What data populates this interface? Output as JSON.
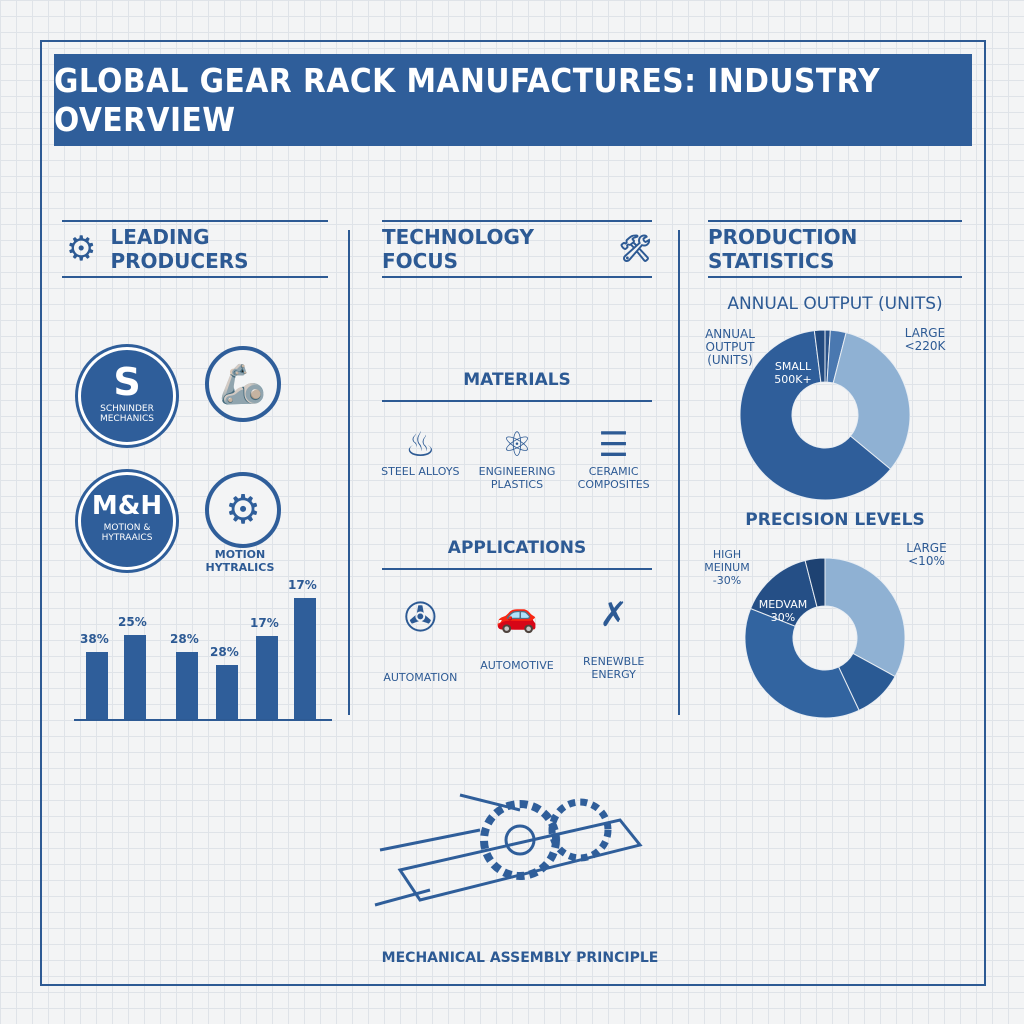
{
  "title": "GLOBAL GEAR RACK MANUFACTURES: INDUSTRY OVERVIEW",
  "producers": {
    "heading": "LEADING PRODUCERS",
    "icon": "gear-icon",
    "companies": [
      {
        "logo": "S",
        "name": "SCHNINDER MECHANICS",
        "bubble_icon": "robot-arm-icon"
      },
      {
        "logo": "M&H",
        "name": "MOTION & HYTRAAICS",
        "bubble_icon": "winged-gear-icon",
        "bubble_label": "MOTION HYTRALICS"
      }
    ]
  },
  "tech": {
    "heading": "TECHNOLOGY FOCUS",
    "icon": "tools-icon",
    "materials_title": "MATERIALS",
    "materials": [
      {
        "label": "STEEL ALLOYS",
        "icon": "crucible-icon"
      },
      {
        "label": "ENGINEERING PLASTICS",
        "icon": "molecule-icon"
      },
      {
        "label": "CERAMIC COMPOSITES",
        "icon": "layers-icon"
      }
    ],
    "applications_title": "APPLICATIONS",
    "applications": [
      {
        "label": "AUTOMATION",
        "icon": "wind-turbine-icon"
      },
      {
        "label": "AUTOMOTIVE",
        "icon": "car-icon"
      },
      {
        "label": "RENEWBLE ENERGY",
        "icon": "robot-arm-icon"
      }
    ]
  },
  "stats": {
    "heading": "PRODUCTION STATISTICS"
  },
  "footer": {
    "caption": "MECHANICAL ASSEMBLY PRINCIPLE"
  },
  "colors": {
    "primary": "#2f5e9a",
    "light": "#8fb1d3",
    "dark": "#234b80"
  },
  "chart_data": [
    {
      "type": "bar",
      "labels": [
        "38%",
        "25%",
        "28%",
        "28%",
        "17%",
        "17%"
      ],
      "values": [
        38,
        25,
        28,
        28,
        17,
        17
      ],
      "grid": false
    },
    {
      "type": "pie",
      "title": "ANNUAL OUTPUT (UNITS)",
      "side_label": "ANNUAL OUTPUT (UNITS)",
      "annotations": [
        "SMALL 500K+",
        "LARGE <220K"
      ],
      "slices": [
        {
          "value": 1,
          "color": "#2a5288"
        },
        {
          "value": 3,
          "color": "#4a78b0"
        },
        {
          "value": 32,
          "color": "#8fb1d3"
        },
        {
          "value": 62,
          "color": "#2f5e9a"
        },
        {
          "value": 2,
          "color": "#234b80"
        }
      ]
    },
    {
      "type": "pie",
      "title": "PRECISION LEVELS",
      "annotations": [
        "HIGH MEINUM -30%",
        "MEDVAM 30%",
        "LARGE <10%"
      ],
      "slices": [
        {
          "value": 33,
          "color": "#8fb1d3"
        },
        {
          "value": 10,
          "color": "#2a5a94"
        },
        {
          "value": 38,
          "color": "#3264a0"
        },
        {
          "value": 15,
          "color": "#254f86"
        },
        {
          "value": 4,
          "color": "#1e4272"
        }
      ]
    }
  ]
}
